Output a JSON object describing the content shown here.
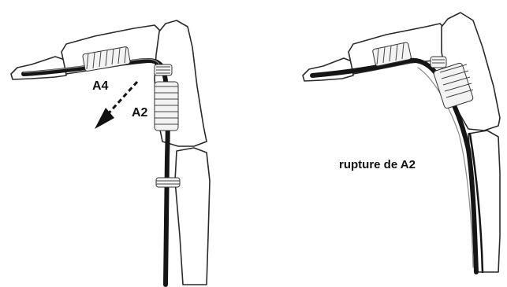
{
  "left_panel": {
    "label_a4": "A4",
    "label_a2": "A2"
  },
  "right_panel": {
    "caption": "rupture de A2"
  }
}
